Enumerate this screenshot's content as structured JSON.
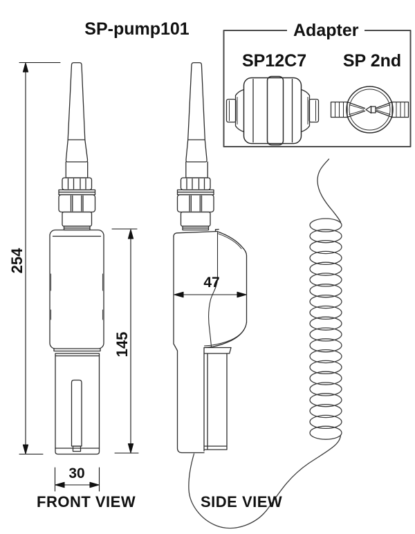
{
  "title": "SP-pump101",
  "adapter_panel": {
    "title": "Adapter",
    "options": [
      {
        "label": "SP12C7"
      },
      {
        "label": "SP 2nd"
      }
    ]
  },
  "dimensions": {
    "overall_height_mm": "254",
    "grip_height_mm": "145",
    "body_depth_mm": "47",
    "probe_width_mm": "30"
  },
  "views": {
    "front_label": "FRONT VIEW",
    "side_label": "SIDE VIEW"
  },
  "colors": {
    "background": "#ffffff",
    "line": "#2b2b2b",
    "dimension": "#111111",
    "panel_border": "#4a4a4a"
  }
}
